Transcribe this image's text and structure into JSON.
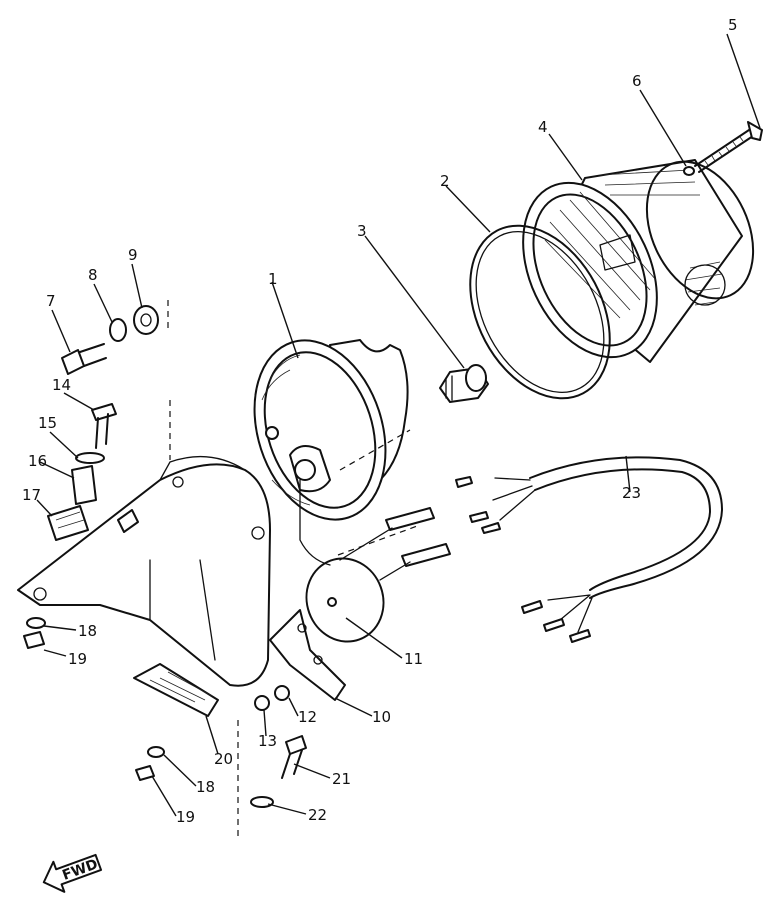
{
  "diagram": {
    "direction_label": "FWD",
    "parts": [
      {
        "id": "part-1",
        "label": "1"
      },
      {
        "id": "part-2",
        "label": "2"
      },
      {
        "id": "part-3",
        "label": "3"
      },
      {
        "id": "part-4",
        "label": "4"
      },
      {
        "id": "part-5",
        "label": "5"
      },
      {
        "id": "part-6",
        "label": "6"
      },
      {
        "id": "part-7",
        "label": "7"
      },
      {
        "id": "part-8",
        "label": "8"
      },
      {
        "id": "part-9",
        "label": "9"
      },
      {
        "id": "part-10",
        "label": "10"
      },
      {
        "id": "part-11",
        "label": "11"
      },
      {
        "id": "part-12",
        "label": "12"
      },
      {
        "id": "part-13",
        "label": "13"
      },
      {
        "id": "part-14",
        "label": "14"
      },
      {
        "id": "part-15",
        "label": "15"
      },
      {
        "id": "part-16",
        "label": "16"
      },
      {
        "id": "part-17",
        "label": "17"
      },
      {
        "id": "part-18a",
        "label": "18"
      },
      {
        "id": "part-18b",
        "label": "18"
      },
      {
        "id": "part-19a",
        "label": "19"
      },
      {
        "id": "part-19b",
        "label": "19"
      },
      {
        "id": "part-20",
        "label": "20"
      },
      {
        "id": "part-21",
        "label": "21"
      },
      {
        "id": "part-22",
        "label": "22"
      },
      {
        "id": "part-23",
        "label": "23"
      }
    ]
  }
}
